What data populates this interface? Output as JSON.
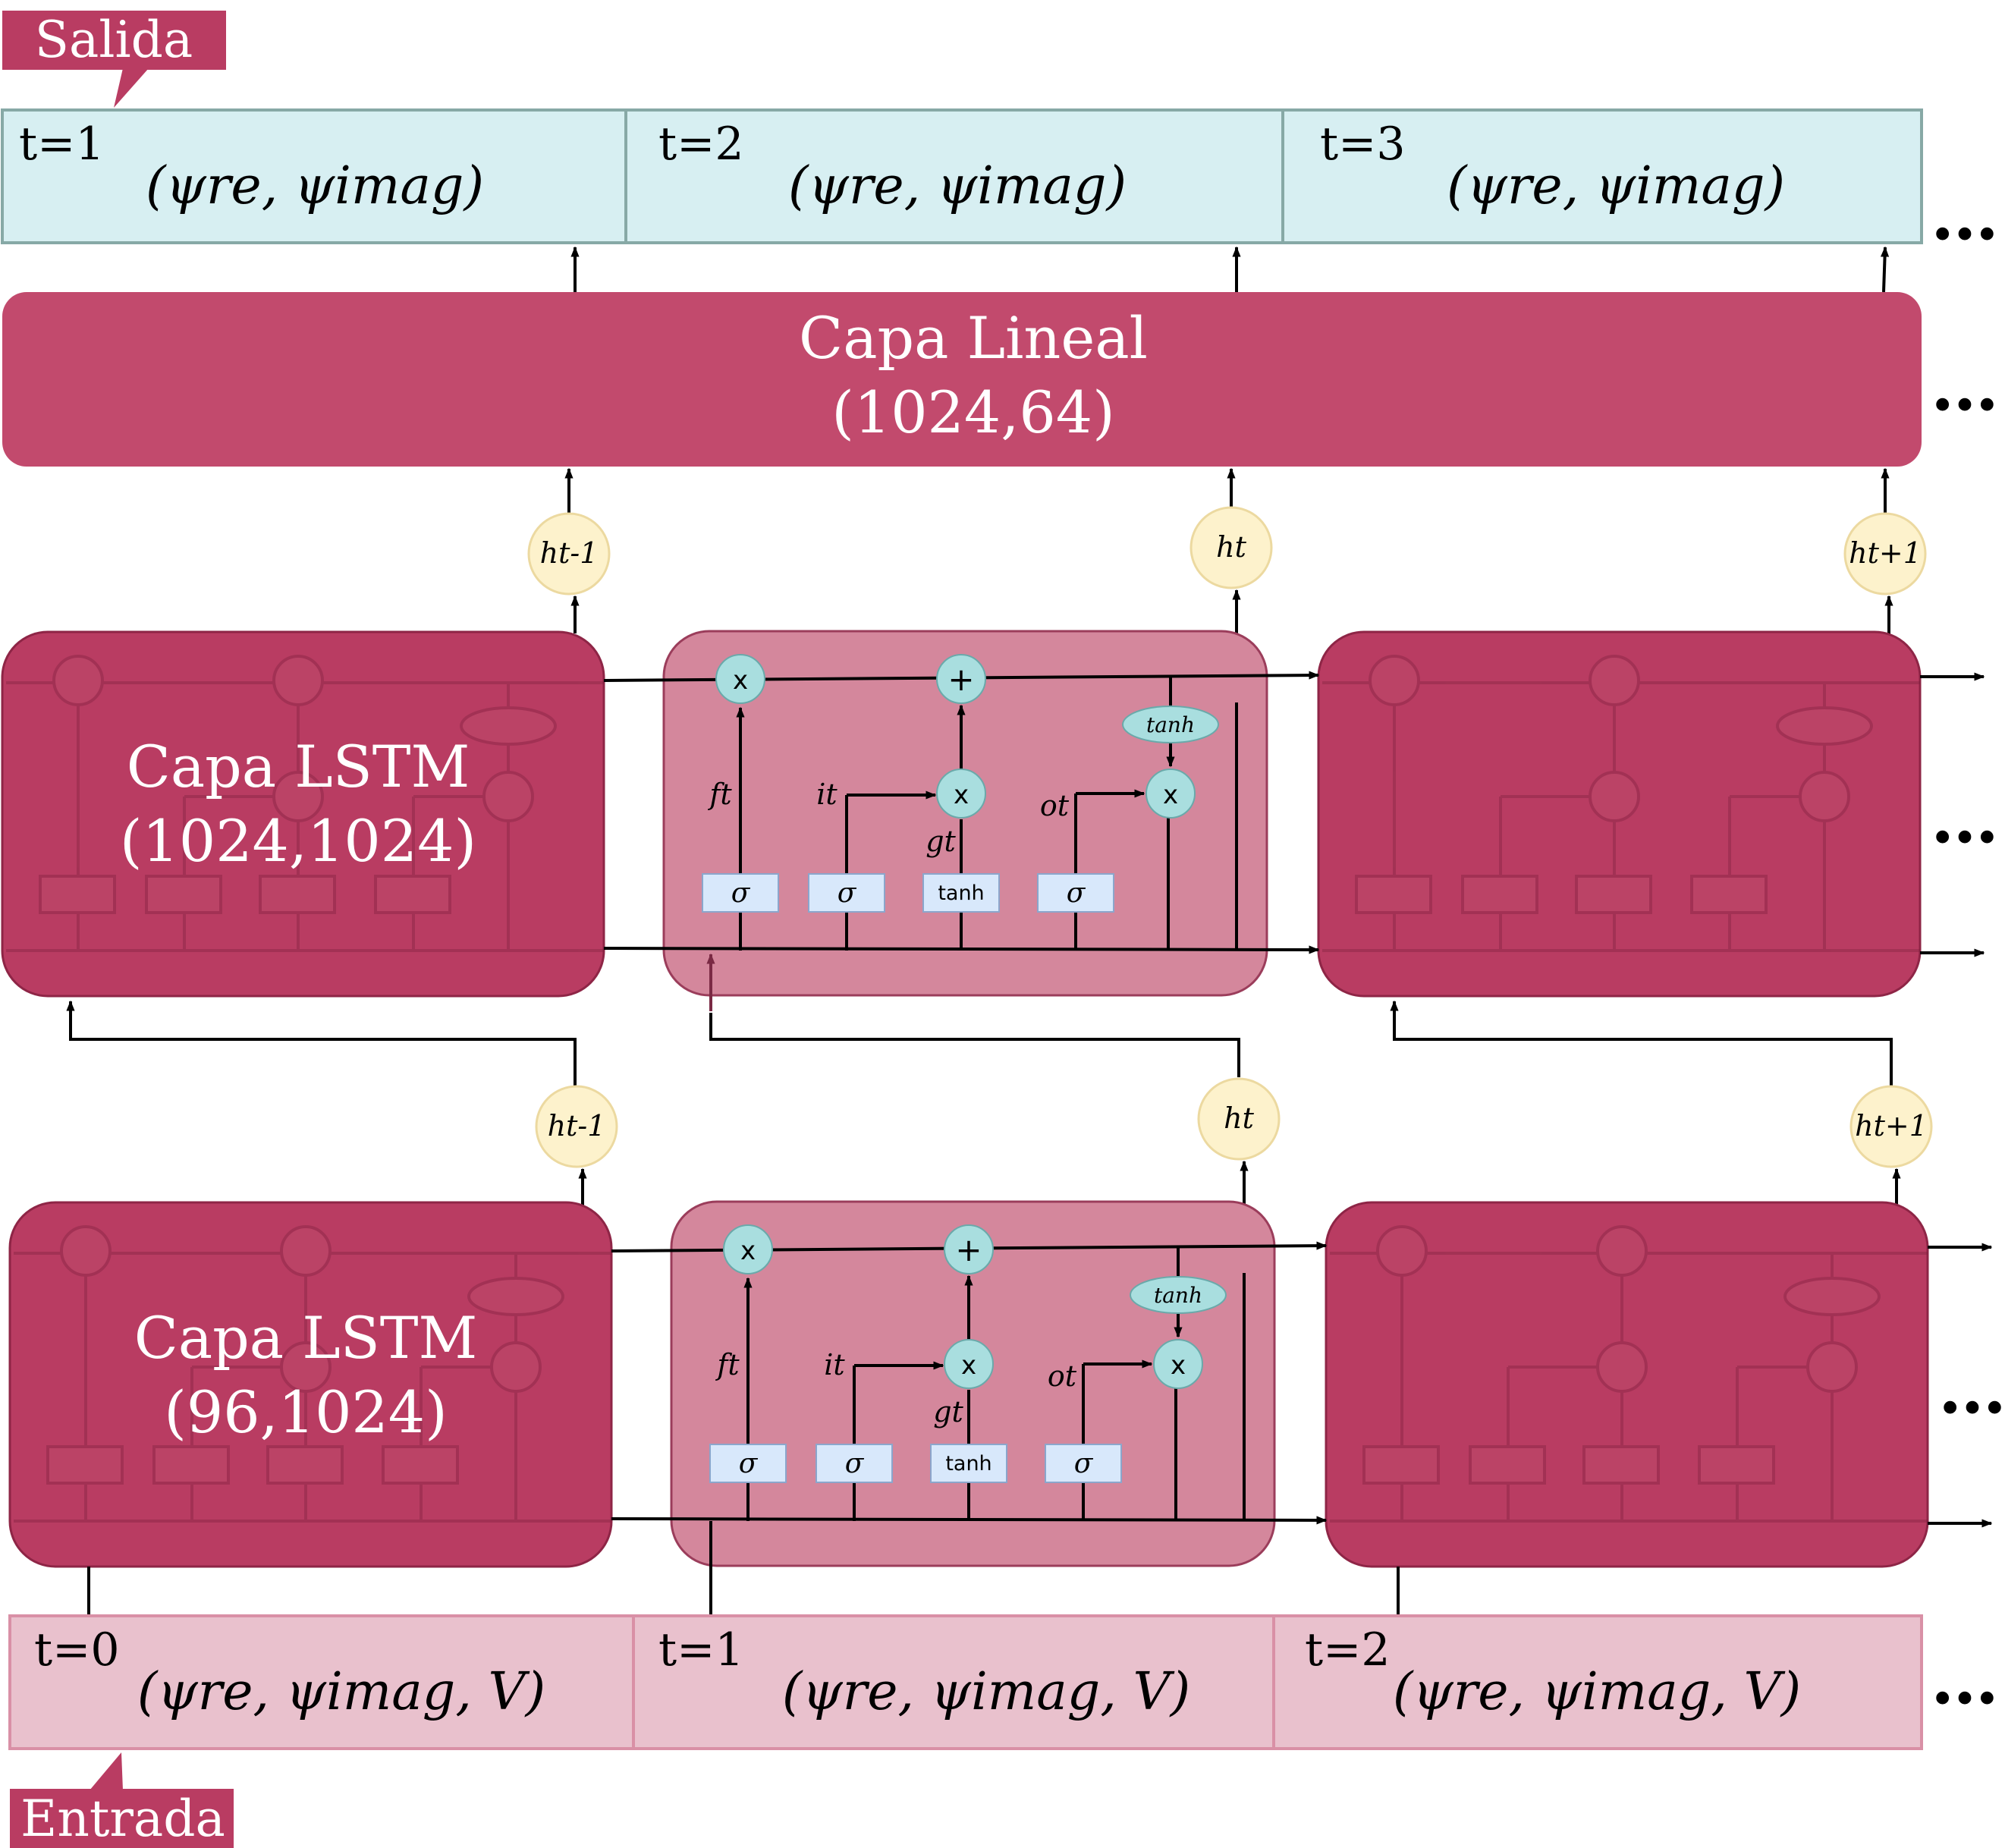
{
  "output_label": "Salida",
  "input_label": "Entrada",
  "ellipsis": "…",
  "output_cells": [
    {
      "t": "t=1",
      "value": "(ψre, ψimag)"
    },
    {
      "t": "t=2",
      "value": "(ψre, ψimag)"
    },
    {
      "t": "t=3",
      "value": "(ψre, ψimag)"
    }
  ],
  "input_cells": [
    {
      "t": "t=0",
      "value": "(ψre, ψimag, V)"
    },
    {
      "t": "t=1",
      "value": "(ψre, ψimag, V)"
    },
    {
      "t": "t=2",
      "value": "(ψre, ψimag, V)"
    }
  ],
  "linear_layer": {
    "title": "Capa Lineal",
    "dims": "(1024,64)"
  },
  "lstm_top": {
    "title": "Capa LSTM",
    "dims": "(1024,1024)"
  },
  "lstm_bottom": {
    "title": "Capa LSTM",
    "dims": "(96,1024)"
  },
  "hidden_top": [
    "ht-1",
    "ht",
    "ht+1"
  ],
  "hidden_bottom": [
    "ht-1",
    "ht",
    "ht+1"
  ],
  "gate_ops": {
    "mult": "x",
    "add": "+",
    "tanh": "tanh",
    "sigma": "σ"
  },
  "gate_labels": {
    "f": "ft",
    "i": "it",
    "g": "gt",
    "o": "ot"
  },
  "colors": {
    "output_fill": "#d7eff2",
    "output_stroke": "#87a9a6",
    "input_fill": "#e9c1cd",
    "input_stroke": "#d990a6",
    "crimson": "#b93c62",
    "linear_fill": "#c24a6d",
    "cell_mid": "#d4879c",
    "hidden_fill": "#fdf2cc",
    "hidden_stroke": "#ecd9a0",
    "gate_circle": "#a9dedf",
    "gate_box": "#d8e8fb"
  }
}
